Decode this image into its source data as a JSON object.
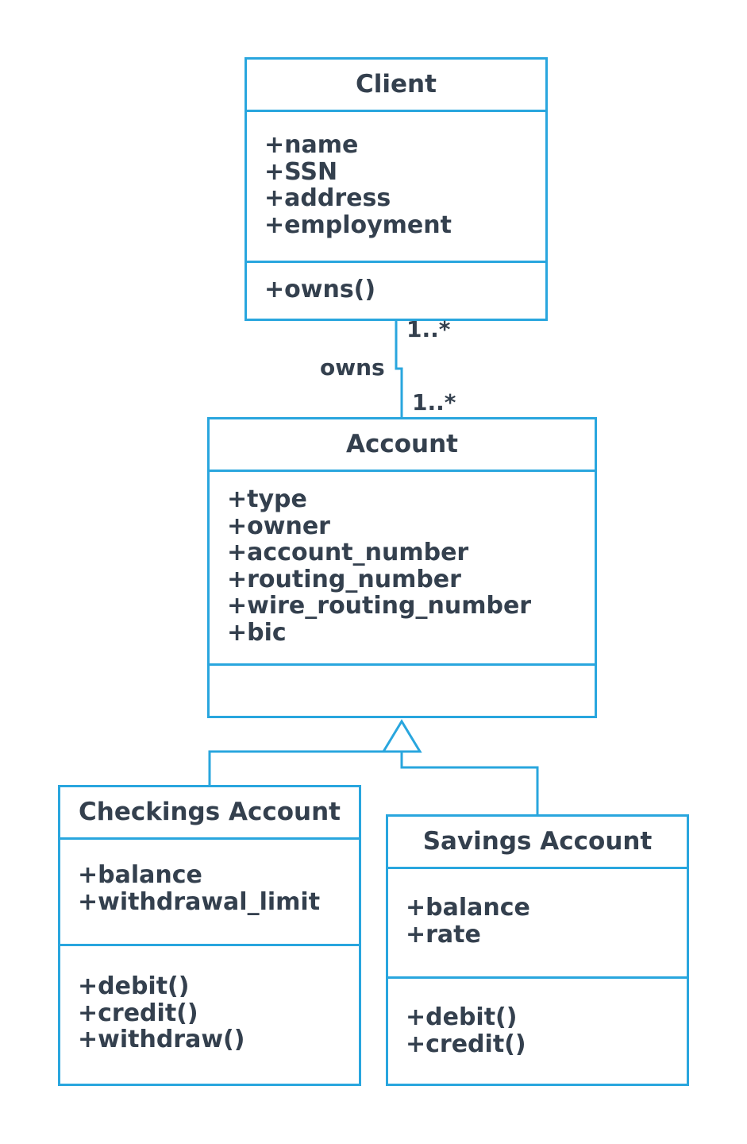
{
  "classes": {
    "client": {
      "name": "Client",
      "attributes": [
        "+name",
        "+SSN",
        "+address",
        "+employment"
      ],
      "methods": [
        "+owns()"
      ]
    },
    "account": {
      "name": "Account",
      "attributes": [
        "+type",
        "+owner",
        "+account_number",
        "+routing_number",
        "+wire_routing_number",
        "+bic"
      ],
      "methods": []
    },
    "checkings": {
      "name": "Checkings Account",
      "attributes": [
        "+balance",
        "+withdrawal_limit"
      ],
      "methods": [
        "+debit()",
        "+credit()",
        "+withdraw()"
      ]
    },
    "savings": {
      "name": "Savings Account",
      "attributes": [
        "+balance",
        "+rate"
      ],
      "methods": [
        "+debit()",
        "+credit()"
      ]
    }
  },
  "association": {
    "name": "owns",
    "client_multiplicity": "1..*",
    "account_multiplicity": "1..*"
  },
  "colors": {
    "line": "#29a6de",
    "text": "#34404e"
  }
}
